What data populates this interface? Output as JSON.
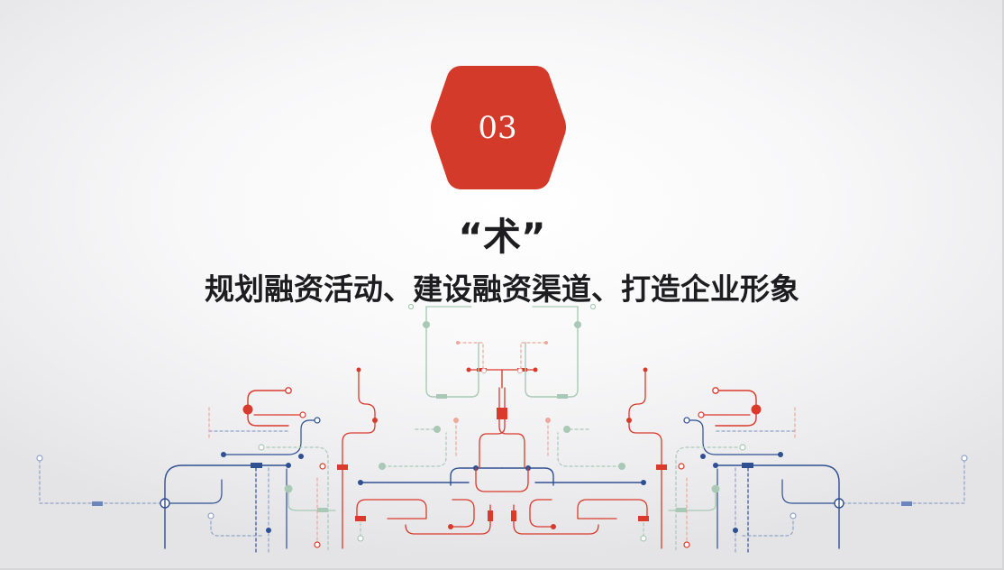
{
  "slide": {
    "section_number": "03",
    "title": "“术”",
    "subtitle": "规划融资活动、建设融资渠道、打造企业形象"
  },
  "colors": {
    "hexagon": "#d43a2a",
    "circuit_red": "#d93a2c",
    "circuit_navy": "#2e4f91",
    "circuit_green": "#a9c9b6",
    "circuit_pink": "#eea79c",
    "title_text": "#1d1d1f"
  },
  "decorations": {
    "badge_shape": "hexagon",
    "background_graphic": "circuit-board-lines"
  }
}
